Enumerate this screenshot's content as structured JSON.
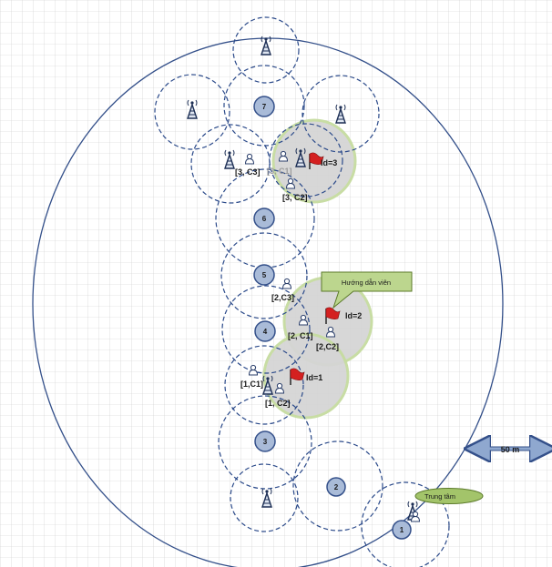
{
  "nodes": [
    "1",
    "2",
    "3",
    "4",
    "5",
    "6",
    "7"
  ],
  "labels": {
    "c3_c3": "[3, C3]",
    "c3_c1": "[3, C1]",
    "c3_c2": "[3, C2]",
    "c2_c3": "[2,C3]",
    "c2_c1": "[2, C1]",
    "c2_c2": "[2,C2]",
    "c1_c1": "[1,C1]",
    "c1_c2": "[1, C2]"
  },
  "groups": {
    "g3": "Id=3",
    "g2": "Id=2",
    "g1": "Id=1"
  },
  "callouts": {
    "guide": "Hướng dẫn viên",
    "center": "Trung tâm"
  },
  "scale": "50 m",
  "colors": {
    "outline": "#34508a",
    "node_fill": "#a9bbd8",
    "highlight": "#d5d5d5",
    "highlight_ring": "#c6dca0",
    "callout_fill": "#bcd68e",
    "flag": "#d42020"
  }
}
